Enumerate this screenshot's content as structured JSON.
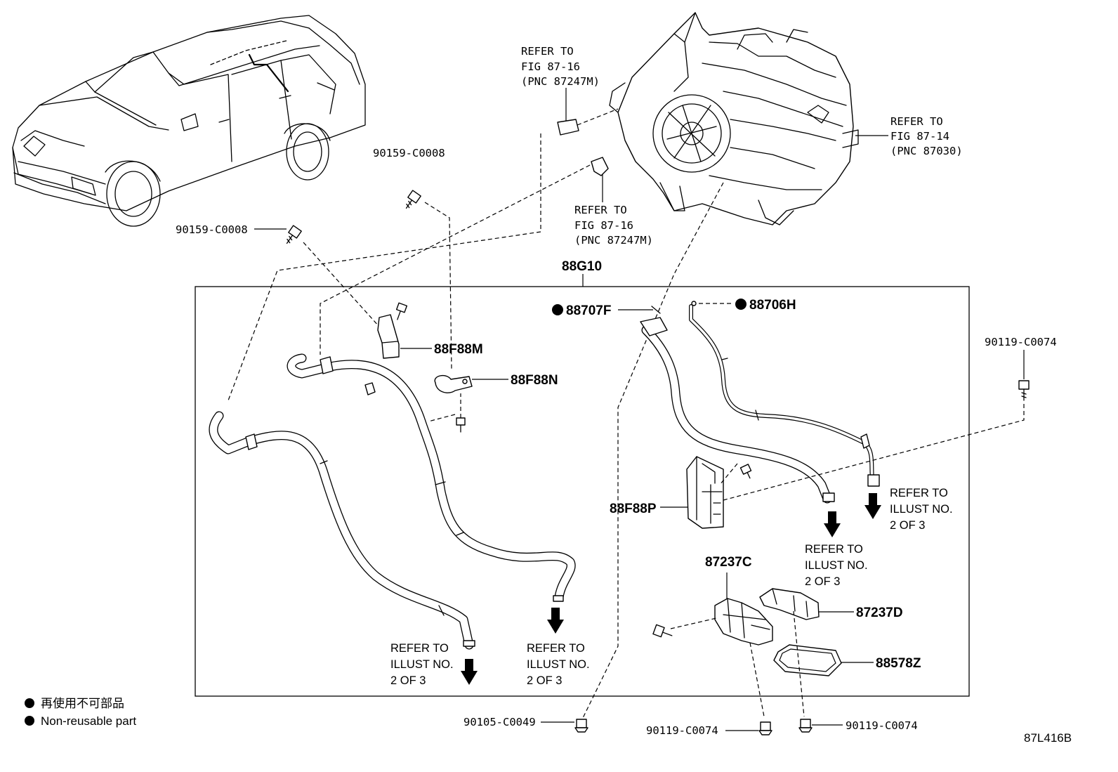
{
  "figure_id": "87L416B",
  "group_label": "88G10",
  "refs": {
    "ref_87_16_top": [
      "REFER TO",
      "FIG 87-16",
      "(PNC 87247M)"
    ],
    "ref_87_16_mid": [
      "REFER TO",
      "FIG 87-16",
      "(PNC 87247M)"
    ],
    "ref_87_14": [
      "REFER TO",
      "FIG 87-14",
      "(PNC 87030)"
    ]
  },
  "illust_refs": {
    "left_hose_1": [
      "REFER TO",
      "ILLUST NO.",
      "2 OF 3"
    ],
    "left_hose_2": [
      "REFER TO",
      "ILLUST NO.",
      "2 OF 3"
    ],
    "right_hose_1": [
      "REFER TO",
      "ILLUST NO.",
      "2 OF 3"
    ],
    "right_hose_2": [
      "REFER TO",
      "ILLUST NO.",
      "2 OF 3"
    ]
  },
  "parts": {
    "p88F88M": "88F88M",
    "p88F88N": "88F88N",
    "p88F88P": "88F88P",
    "p88707F": "88707F",
    "p88706H": "88706H",
    "p87237C": "87237C",
    "p87237D": "87237D",
    "p88578Z": "88578Z"
  },
  "bolts": {
    "b_top": "90159-C0008",
    "b_left": "90159-C0008",
    "b_right": "90119-C0074",
    "b_bottom_1": "90105-C0049",
    "b_bottom_2": "90119-C0074",
    "b_bottom_3": "90119-C0074"
  },
  "legend": {
    "jp": "再使用不可部品",
    "en": "Non-reusable part"
  }
}
